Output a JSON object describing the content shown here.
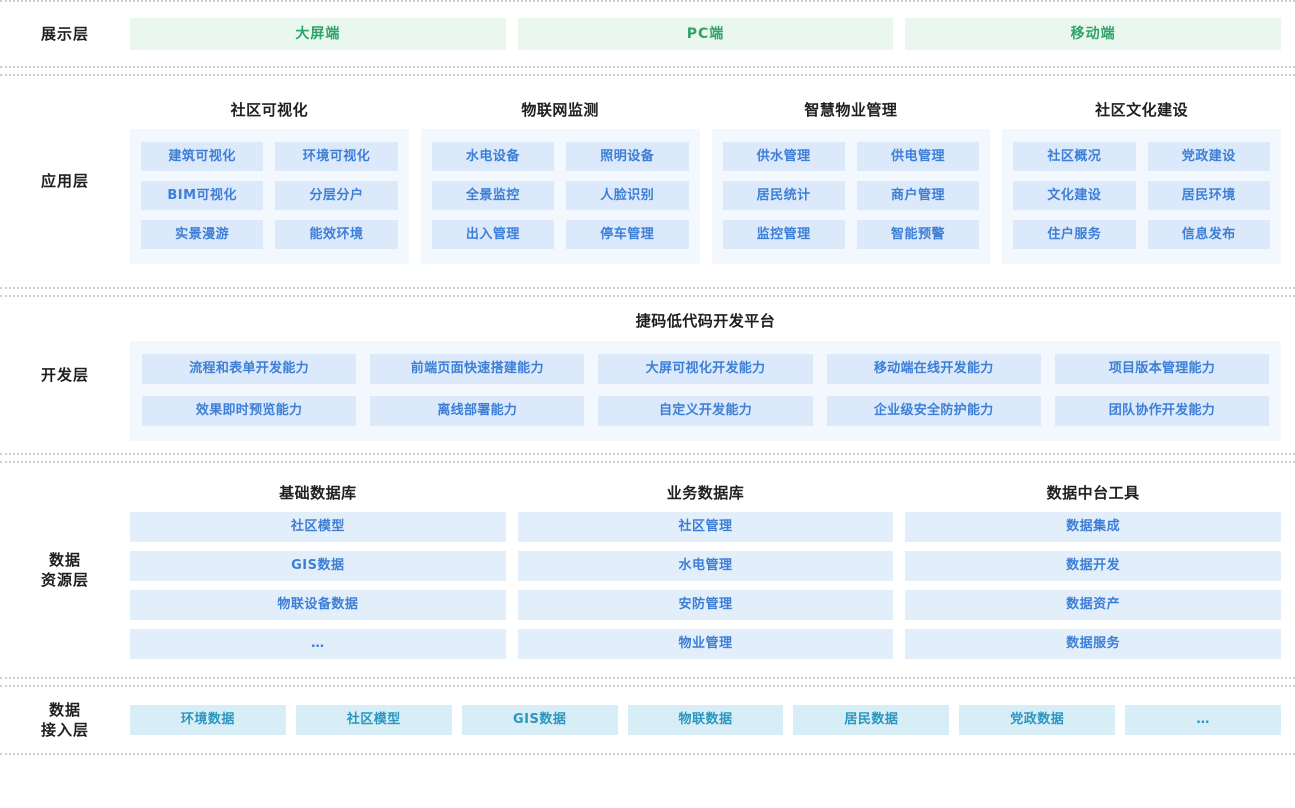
{
  "layers": [
    {
      "id": "display",
      "label": "展示层",
      "items": [
        "大屏端",
        "PC端",
        "移动端"
      ]
    },
    {
      "id": "application",
      "label": "应用层",
      "groups": [
        {
          "title": "社区可视化",
          "items": [
            "建筑可视化",
            "环境可视化",
            "BIM可视化",
            "分层分户",
            "实景漫游",
            "能效环境"
          ]
        },
        {
          "title": "物联网监测",
          "items": [
            "水电设备",
            "照明设备",
            "全景监控",
            "人脸识别",
            "出入管理",
            "停车管理"
          ]
        },
        {
          "title": "智慧物业管理",
          "items": [
            "供水管理",
            "供电管理",
            "居民统计",
            "商户管理",
            "监控管理",
            "智能预警"
          ]
        },
        {
          "title": "社区文化建设",
          "items": [
            "社区概况",
            "党政建设",
            "文化建设",
            "居民环境",
            "住户服务",
            "信息发布"
          ]
        }
      ]
    },
    {
      "id": "development",
      "label": "开发层",
      "title": "捷码低代码开发平台",
      "items": [
        "流程和表单开发能力",
        "前端页面快速搭建能力",
        "大屏可视化开发能力",
        "移动端在线开发能力",
        "项目版本管理能力",
        "效果即时预览能力",
        "离线部署能力",
        "自定义开发能力",
        "企业级安全防护能力",
        "团队协作开发能力"
      ]
    },
    {
      "id": "data-resource",
      "label": "数据\n资源层",
      "groups": [
        {
          "title": "基础数据库",
          "items": [
            "社区模型",
            "GIS数据",
            "物联设备数据",
            "…"
          ]
        },
        {
          "title": "业务数据库",
          "items": [
            "社区管理",
            "水电管理",
            "安防管理",
            "物业管理"
          ]
        },
        {
          "title": "数据中台工具",
          "items": [
            "数据集成",
            "数据开发",
            "数据资产",
            "数据服务"
          ]
        }
      ]
    },
    {
      "id": "data-access",
      "label": "数据\n接入层",
      "items": [
        "环境数据",
        "社区模型",
        "GIS数据",
        "物联数据",
        "居民数据",
        "党政数据",
        "…"
      ]
    }
  ],
  "colors": {
    "display_chip_bg": "#e9f7ee",
    "display_chip_text": "#2fa36b",
    "blue_chip_bg": "#dce9fa",
    "blue_chip_text": "#3d7fd6",
    "group_box_bg": "#f3f8fe",
    "access_chip_bg": "#d7eef7",
    "access_chip_text": "#2b96bf",
    "divider": "#c9cdd4"
  }
}
